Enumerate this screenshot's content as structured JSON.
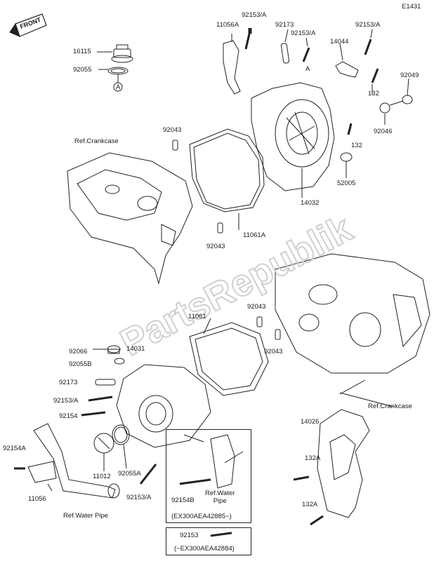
{
  "diagram_id": "E1431",
  "watermark": "PartsRepublik",
  "direction_badge": "FRONT",
  "callout_letter": "A",
  "labels": {
    "p16115": "16115",
    "p92055_top": "92055",
    "p11056A": "11056A",
    "p92153A_1": "92153/A",
    "p92173_top": "92173",
    "p92153A_2": "92153/A",
    "p14044": "14044",
    "p92153A_3": "92153/A",
    "p92049": "92049",
    "p132_a": "132",
    "p92046": "92046",
    "p132_b": "132",
    "p92043_a": "92043",
    "p52005": "52005",
    "p14032": "14032",
    "p11061A": "11061A",
    "p92043_b": "92043",
    "ref_crankcase_top": "Ref.Crankcase",
    "p11061": "11061",
    "p92043_c": "92043",
    "p92043_d": "92043",
    "p92066": "92066",
    "p92055B": "92055B",
    "p14031": "14031",
    "p92173_bot": "92173",
    "p92153A_4": "92153/A",
    "p92154": "92154",
    "p92154A": "92154A",
    "p11012": "11012",
    "p92055A": "92055A",
    "p11056": "11056",
    "ref_water_pipe_left": "Ref.Water Pipe",
    "p92153A_5": "92153/A",
    "p92154B": "92154B",
    "ref_water_pipe_box": "Ref.Water\nPipe",
    "box1_note": "(EX300AEA42885~)",
    "p92153_box": "92153",
    "box2_note": "(~EX300AEA42884)",
    "ref_crankcase_bot": "Ref.Crankcase",
    "p14026": "14026",
    "p132A_a": "132A",
    "p132A_b": "132A"
  }
}
